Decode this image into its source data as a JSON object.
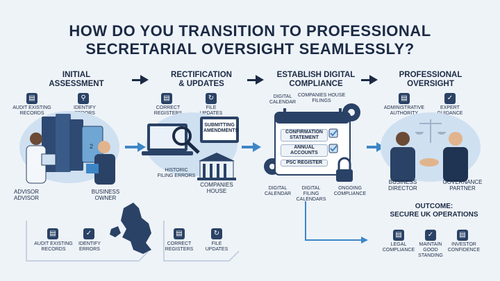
{
  "title_line1": "HOW DO YOU TRANSITION TO PROFESSIONAL",
  "title_line2": "SECRETARIAL OVERSIGHT SEAMLESSLY?",
  "stages": [
    {
      "label_line1": "INITIAL",
      "label_line2": "ASSESSMENT"
    },
    {
      "label_line1": "RECTIFICATION",
      "label_line2": "& UPDATES"
    },
    {
      "label_line1": "ESTABLISH DIGITAL",
      "label_line2": "COMPLIANCE"
    },
    {
      "label_line1": "PROFESSIONAL",
      "label_line2": "OVERSIGHT"
    }
  ],
  "stage1": {
    "audit": "AUDIT EXISTING RECORDS",
    "identify": "IDENTIFY ERRORS",
    "advisor_top": "ADVISOR",
    "advisor_bottom": "ADVISOR",
    "business_owner": "BUSINESS OWNER"
  },
  "stage2": {
    "correct": "CORRECT REGISTERS",
    "file": "FILE UPDATES",
    "submitting": "SUBMITTING AMENDMENTS",
    "historic": "HISTORIC FILING ERRORS",
    "companies_house": "COMPANIES HOUSE"
  },
  "stage3": {
    "digital_calendar_top": "DIGITAL CALENDAR",
    "companies_house_filings": "COMPANIES HOUSE FILINGS",
    "rows": [
      "CONFIRMATION STATEMENT",
      "ANNUAL ACCOUNTS",
      "PSC REGISTER"
    ],
    "digital_calendar": "DIGITAL CALENDAR",
    "digital_filing_calendars": "DIGITAL FILING CALENDARS",
    "ongoing_compliance": "ONGOING COMPLIANCE"
  },
  "stage4": {
    "admin_authority": "ADMINISTRATIVE AUTHORITY",
    "expert_guidance": "EXPERT GUIDANCE",
    "business_director": "BUSINESS DIRECTOR",
    "governance_partner": "GOVERNANCE PARTNER"
  },
  "outcome": {
    "heading_line1": "OUTCOME:",
    "heading_line2": "SECURE UK OPERATIONS",
    "items": [
      "LEGAL COMPLIANCE",
      "MAINTAIN GOOD STANDING",
      "INVESTOR CONFIDENCE"
    ]
  },
  "bottom": {
    "audit": "AUDIT EXISTING RECORDS",
    "identify": "IDENTIFY ERRORS",
    "correct": "CORRECT REGISTERS",
    "file": "FILE UPDATES"
  },
  "icons": {
    "document": "document-icon",
    "magnifier": "magnifier-icon",
    "check": "check-icon",
    "refresh": "refresh-icon",
    "scales": "scales-icon",
    "padlock": "padlock-icon",
    "gear": "gear-icon"
  },
  "colors": {
    "navy": "#1b2a44",
    "accent_blue": "#3d86c6",
    "background": "#eef3f8"
  }
}
